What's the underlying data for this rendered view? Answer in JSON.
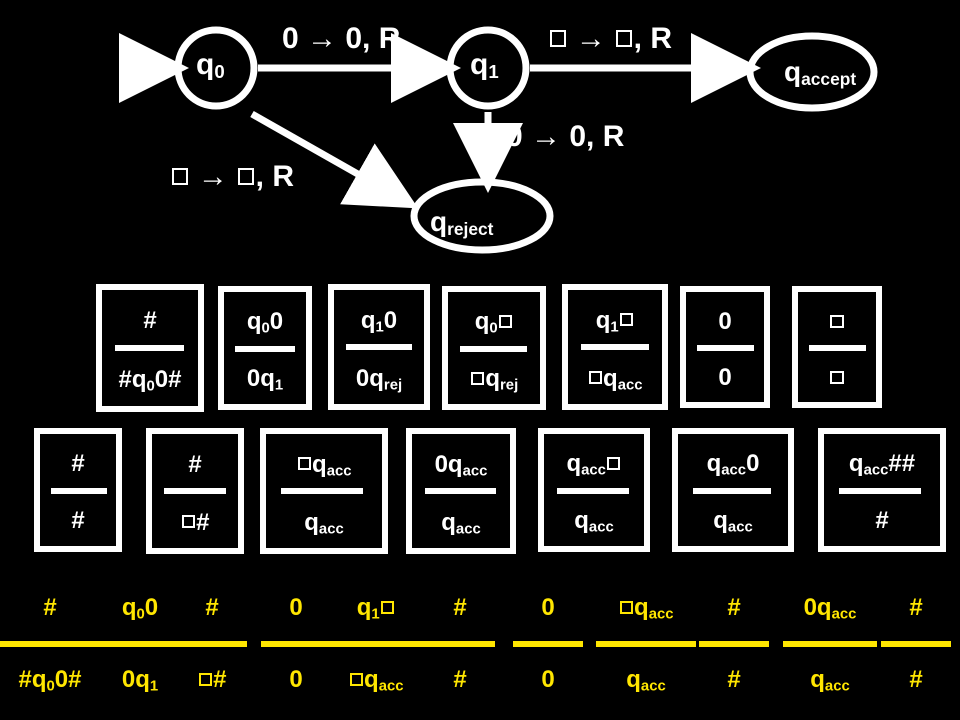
{
  "states": [
    {
      "id": "q0",
      "label": "q",
      "sub": "0"
    },
    {
      "id": "q1",
      "label": "q",
      "sub": "1"
    },
    {
      "id": "qaccept",
      "label": "q",
      "sub": "accept"
    },
    {
      "id": "qreject",
      "label": "q",
      "sub": "reject"
    }
  ],
  "transitions": [
    {
      "from": "q0",
      "to": "q1",
      "label": "0 → 0, R"
    },
    {
      "from": "q1",
      "to": "qaccept",
      "label": "□ → □, R"
    },
    {
      "from": "q1",
      "to": "qreject",
      "label": "0 → 0, R"
    },
    {
      "from": "q0",
      "to": "qreject",
      "label": "□ → □, R"
    }
  ],
  "dominoes_row1": [
    {
      "top": "#",
      "bottom": "#q<sub>0</sub>0#"
    },
    {
      "top": "q<sub>0</sub>0",
      "bottom": "0q<sub>1</sub>"
    },
    {
      "top": "q<sub>1</sub>0",
      "bottom": "0q<sub>rej</sub>"
    },
    {
      "top": "q<sub>0</sub>□",
      "bottom": "□q<sub>rej</sub>"
    },
    {
      "top": "q<sub>1</sub>□",
      "bottom": "□q<sub>acc</sub>"
    },
    {
      "top": "0",
      "bottom": "0"
    },
    {
      "top": "□",
      "bottom": "□"
    }
  ],
  "dominoes_row2": [
    {
      "top": "#",
      "bottom": "#"
    },
    {
      "top": "#",
      "bottom": "□#"
    },
    {
      "top": "□q<sub>acc</sub>",
      "bottom": "q<sub>acc</sub>"
    },
    {
      "top": "0q<sub>acc</sub>",
      "bottom": "q<sub>acc</sub>"
    },
    {
      "top": "q<sub>acc</sub>□",
      "bottom": "q<sub>acc</sub>"
    },
    {
      "top": "q<sub>acc</sub>0",
      "bottom": "q<sub>acc</sub>"
    },
    {
      "top": "q<sub>acc</sub>##",
      "bottom": "#"
    }
  ],
  "match_sequence": [
    {
      "top": "#",
      "bottom": "#q<sub>0</sub>0#"
    },
    {
      "top": "q<sub>0</sub>0",
      "bottom": "0q<sub>1</sub>"
    },
    {
      "top": "#",
      "bottom": "□#"
    },
    {
      "top": "0",
      "bottom": "0"
    },
    {
      "top": "q<sub>1</sub>□",
      "bottom": "□q<sub>acc</sub>"
    },
    {
      "top": "#",
      "bottom": "#"
    },
    {
      "top": "0",
      "bottom": "0"
    },
    {
      "top": "□q<sub>acc</sub>",
      "bottom": "q<sub>acc</sub>"
    },
    {
      "top": "#",
      "bottom": "#"
    },
    {
      "top": "0q<sub>acc</sub>",
      "bottom": "q<sub>acc</sub>"
    },
    {
      "top": "#",
      "bottom": "#"
    }
  ],
  "colors": {
    "background": "#000000",
    "foreground": "#FFFFFF",
    "highlight": "#FFE600"
  }
}
